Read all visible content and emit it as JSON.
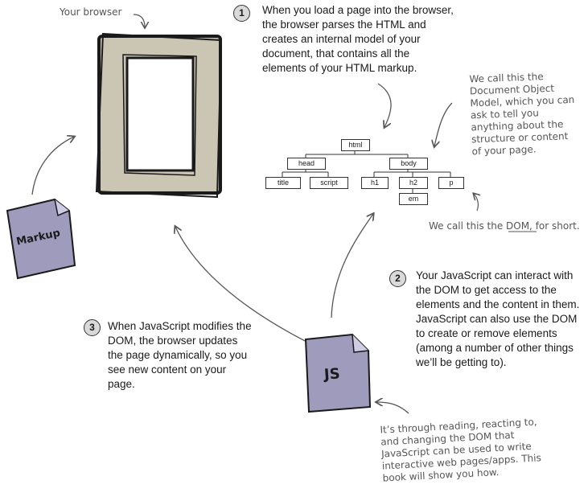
{
  "labels": {
    "your_browser": "Your browser",
    "markup_file": "Markup",
    "js_file": "JS"
  },
  "steps": [
    {
      "num": "1",
      "text": "When you load a page into the browser, the browser parses the HTML and creates an internal model of your document, that contains all the elements of your HTML markup."
    },
    {
      "num": "2",
      "text": "Your JavaScript can interact with the DOM to get access to the elements and the content in them. JavaScript can also use the DOM to create or remove elements (among a number of other things we’ll be getting to)."
    },
    {
      "num": "3",
      "text": "When JavaScript modifies the DOM, the browser updates the page dynamically, so you see new content on your page."
    }
  ],
  "notes": {
    "dom_model": "We call this the Document Object Model, which you can ask to tell you anything about the structure or content of your page.",
    "dom_short_prefix": "We call this the ",
    "dom_short_term": "DOM,",
    "dom_short_suffix": " for short.",
    "through_dom": "It’s through reading, reacting to, and changing the DOM that JavaScript can be used to write interactive web pages/apps. This book will show you how."
  },
  "dom_tree": {
    "root": "html",
    "head": "head",
    "body": "body",
    "head_children": [
      "title",
      "script"
    ],
    "body_children": [
      "h1",
      "h2",
      "p"
    ],
    "h2_child": "em"
  }
}
